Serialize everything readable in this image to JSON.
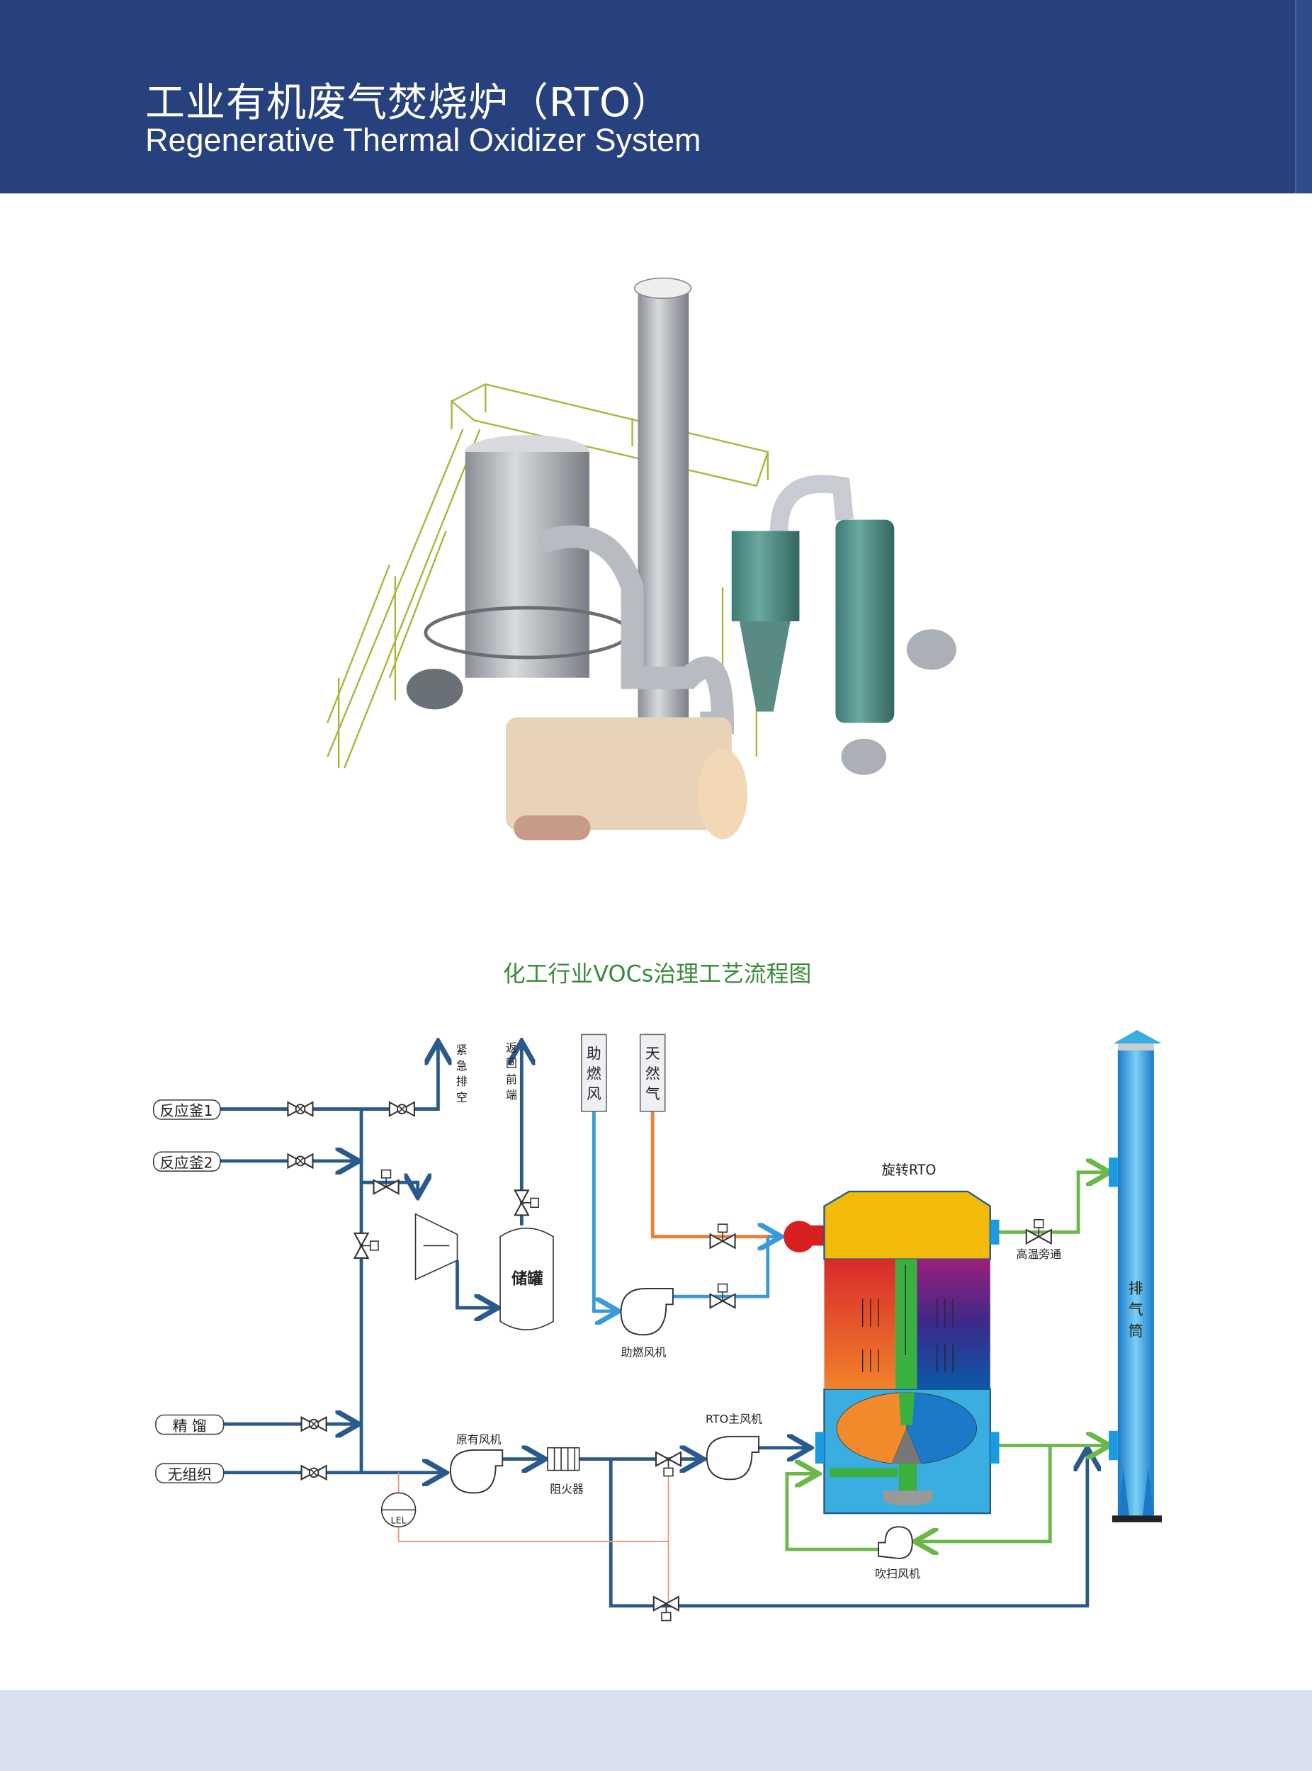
{
  "header": {
    "title_cn": "工业有机废气焚烧炉（RTO）",
    "title_en": "Regenerative Thermal Oxidizer System"
  },
  "diagram": {
    "caption": "化工行业VOCs治理工艺流程图",
    "sources": [
      "反应釜1",
      "反应釜2",
      "精 馏",
      "无组织"
    ],
    "vent_emergency": [
      "紧",
      "急",
      "排",
      "空"
    ],
    "return_front": [
      "返",
      "回",
      "前",
      "端"
    ],
    "combustion_air": [
      "助",
      "燃",
      "风"
    ],
    "natural_gas": [
      "天",
      "然",
      "气"
    ],
    "storage_tank": "储罐",
    "combustion_fan": "助燃风机",
    "rotary_rto": "旋转RTO",
    "high_temp_bypass": "高温旁通",
    "stack": [
      "排",
      "气",
      "筒"
    ],
    "original_fan": "原有风机",
    "flame_arrester": "阻火器",
    "rto_main_fan": "RTO主风机",
    "purge_fan": "吹扫风机",
    "lel": "LEL"
  },
  "colors": {
    "header_bg": "#27407e",
    "footer_bg": "#d9e1f0",
    "process_pipe": "#2a5a8c",
    "air_pipe": "#3a9ad8",
    "gas_pipe": "#e8823a",
    "clean_pipe": "#6ab84a",
    "caption": "#3a8a3a"
  }
}
